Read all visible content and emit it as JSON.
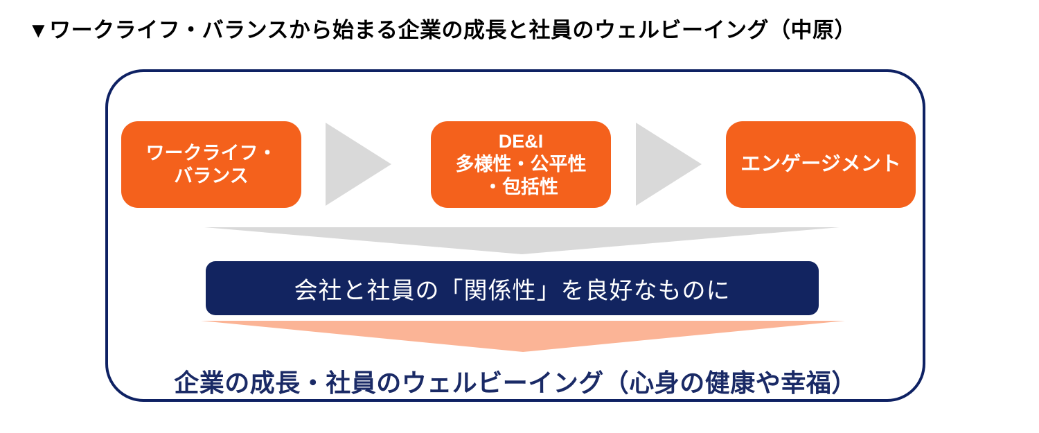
{
  "title": "▼ワークライフ・バランスから始まる企業の成長と社員のウェルビーイング（中原）",
  "colors": {
    "orange": "#f4611c",
    "peach": "#fbb496",
    "gray_arrow": "#d9d9d9",
    "navy": "#0e2163",
    "banner_navy": "#122460",
    "outcome_text": "#1a2a66",
    "box_text": "#ffffff",
    "title_text": "#000000"
  },
  "flow": {
    "boxes": [
      {
        "name": "work-life-balance",
        "lines": [
          "ワークライフ・",
          "バランス"
        ]
      },
      {
        "name": "dei",
        "lines": [
          "DE&I",
          "多様性・公平性",
          "・包括性"
        ]
      },
      {
        "name": "engagement",
        "lines": [
          "エンゲージメント"
        ]
      }
    ]
  },
  "banner": {
    "text": "会社と社員の「関係性」を良好なものに"
  },
  "outcome": {
    "text": "企業の成長・社員のウェルビーイング（心身の健康や幸福）"
  }
}
